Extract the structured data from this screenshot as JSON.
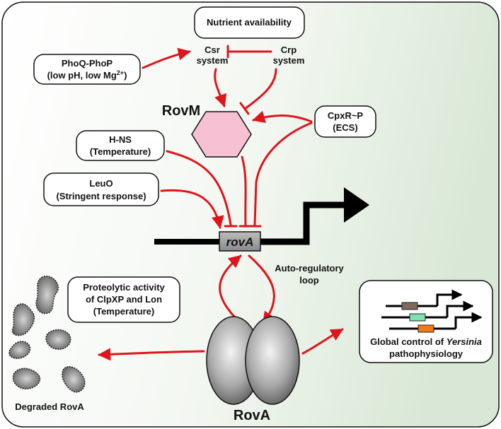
{
  "labels": {
    "nutrient": "Nutrient availability",
    "phoq_line1": "PhoQ-PhoP",
    "phoq_line2": "(low pH, low Mg",
    "phoq_sup": "2+",
    "phoq_close": ")",
    "csr_line1": "Csr",
    "csr_line2": "system",
    "crp_line1": "Crp",
    "crp_line2": "system",
    "rovm": "RovM",
    "cpxr_line1": "CpxR~P",
    "cpxr_line2": "(ECS)",
    "hns_line1": "H-NS",
    "hns_line2": "(Temperature)",
    "leuo_line1": "LeuO",
    "leuo_line2": "(Stringent response)",
    "gene": "rovA",
    "auto_line1": "Auto-regulatory",
    "auto_line2": "loop",
    "proteo_line1": "Proteolytic activity",
    "proteo_line2": "of ClpXP and Lon",
    "proteo_line3": "(Temperature)",
    "degraded": "Degraded RovA",
    "rova": "RovA",
    "global_line1": "Global control of ",
    "global_italic": "Yersinia",
    "global_line2": "pathophysiology"
  },
  "colors": {
    "arrow_red": "#e0141b",
    "background_panel": "#eaf1e7",
    "rovm_fill": "#f7c1d3",
    "gene_box": "#9a9a9a",
    "mini_gene_brown": "#7d6a5c",
    "mini_gene_green": "#7fe0b0",
    "mini_gene_orange": "#f07a1a"
  }
}
